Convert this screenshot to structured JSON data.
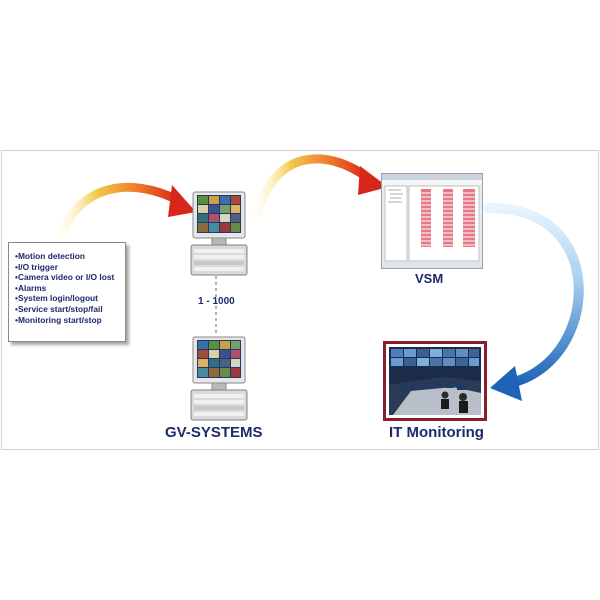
{
  "event_types": [
    "Motion detection",
    "I/O trigger",
    "Camera video or I/O lost",
    "Alarms",
    "System login/logout",
    "Service start/stop/fail",
    "Monitoring start/stop"
  ],
  "nodes": {
    "gv_systems": "GV-SYSTEMS",
    "vsm": "VSM",
    "it_monitoring": "IT Monitoring",
    "connection_count": "1 - 1000"
  },
  "colors": {
    "label_text": "#1d2a6b",
    "arrow_red": "#d8261b",
    "arrow_yellow": "#f3c84a",
    "arrow_blue": "#1d63b8",
    "arrow_light_blue": "#cfe6f7"
  },
  "icons": [
    "surveillance-pc-icon",
    "vsm-software-window-icon",
    "control-room-photo"
  ]
}
